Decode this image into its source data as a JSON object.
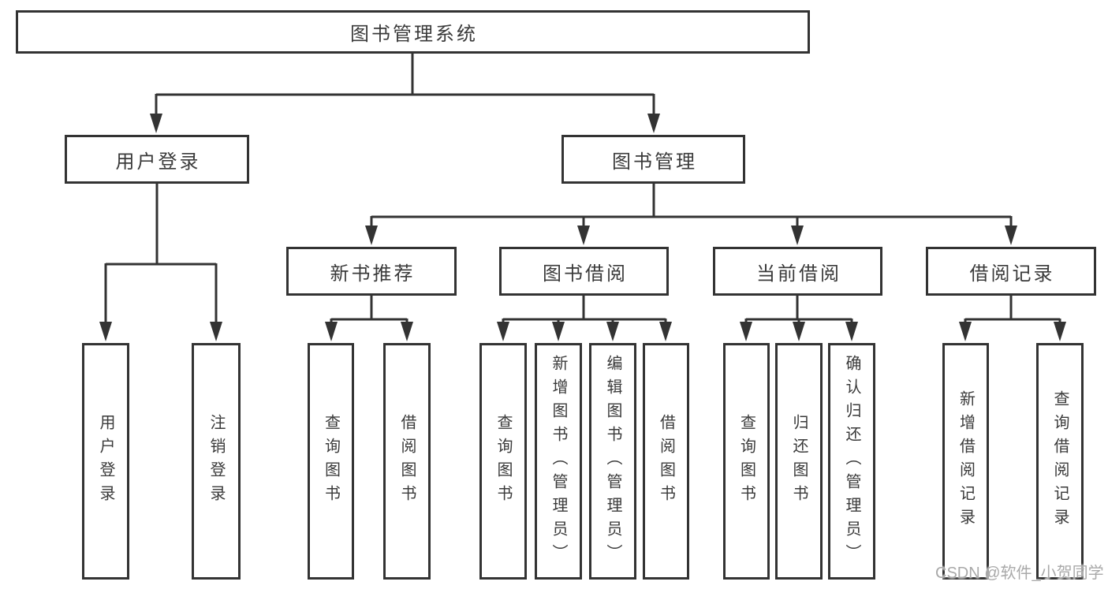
{
  "tree": {
    "root": {
      "label": "图书管理系统"
    },
    "branches": [
      {
        "label": "用户登录",
        "children": [
          {
            "label": "用户登录"
          },
          {
            "label": "注销登录"
          }
        ]
      },
      {
        "label": "图书管理",
        "groups": [
          {
            "label": "新书推荐",
            "children": [
              {
                "label": "查询图书"
              },
              {
                "label": "借阅图书"
              }
            ]
          },
          {
            "label": "图书借阅",
            "children": [
              {
                "label": "查询图书"
              },
              {
                "label": "新增图书（管理员）"
              },
              {
                "label": "编辑图书（管理员）"
              },
              {
                "label": "借阅图书"
              }
            ]
          },
          {
            "label": "当前借阅",
            "children": [
              {
                "label": "查询图书"
              },
              {
                "label": "归还图书"
              },
              {
                "label": "确认归还（管理员）"
              }
            ]
          },
          {
            "label": "借阅记录",
            "children": [
              {
                "label": "新增借阅记录"
              },
              {
                "label": "查询借阅记录"
              }
            ]
          }
        ]
      }
    ]
  },
  "watermark": {
    "text": "CSDN @软件_小贺同学"
  },
  "colors": {
    "line": "#333333",
    "border": "#333333",
    "text": "#3a3a3a",
    "background": "#ffffff",
    "watermark": "#a9a9a9"
  }
}
